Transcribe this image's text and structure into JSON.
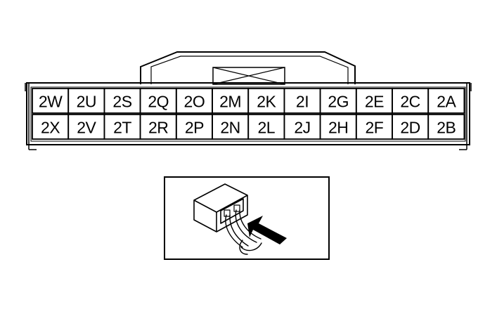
{
  "diagram": {
    "connector": {
      "row_top": [
        "2W",
        "2U",
        "2S",
        "2Q",
        "2O",
        "2M",
        "2K",
        "2I",
        "2G",
        "2E",
        "2C",
        "2A"
      ],
      "row_bottom": [
        "2X",
        "2V",
        "2T",
        "2R",
        "2P",
        "2N",
        "2L",
        "2J",
        "2H",
        "2F",
        "2D",
        "2B"
      ]
    },
    "inset": {
      "content": "probe-insertion-illustration",
      "arrow_icon": "arrow-icon",
      "connector_icon": "connector-housing-icon"
    }
  }
}
